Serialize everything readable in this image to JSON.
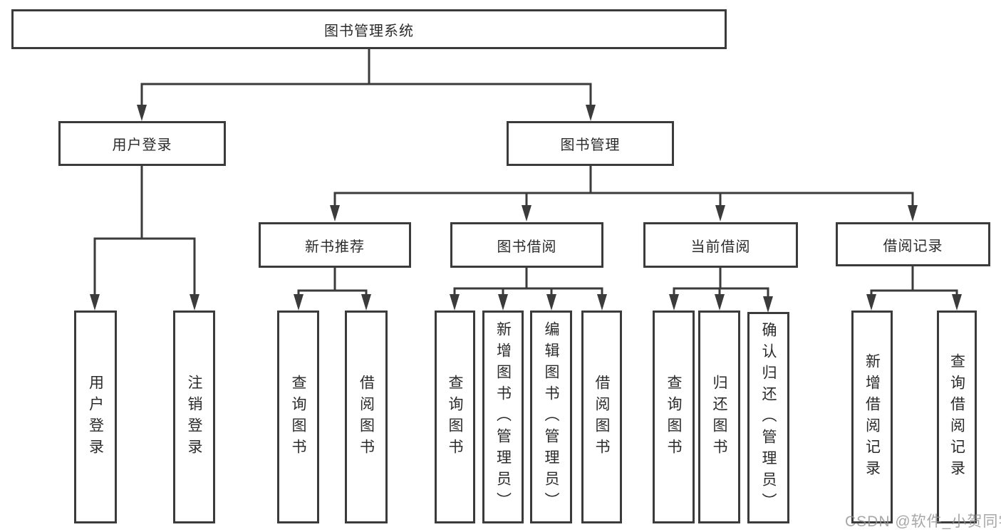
{
  "diagram_title": "图书管理系统",
  "tree": {
    "root": {
      "label": "图书管理系统"
    },
    "level2": [
      {
        "id": "user-login",
        "label": "用户登录"
      },
      {
        "id": "book-management",
        "label": "图书管理"
      }
    ],
    "level3": [
      {
        "parent": "图书管理",
        "label": "新书推荐"
      },
      {
        "parent": "图书管理",
        "label": "图书借阅"
      },
      {
        "parent": "图书管理",
        "label": "当前借阅"
      },
      {
        "parent": "图书管理",
        "label": "借阅记录"
      }
    ],
    "leaves": [
      {
        "parent": "用户登录",
        "label": "用户登录"
      },
      {
        "parent": "用户登录",
        "label": "注销登录"
      },
      {
        "parent": "新书推荐",
        "label": "查询图书"
      },
      {
        "parent": "新书推荐",
        "label": "借阅图书"
      },
      {
        "parent": "图书借阅",
        "label": "查询图书"
      },
      {
        "parent": "图书借阅",
        "label": "新增图书（管理员）"
      },
      {
        "parent": "图书借阅",
        "label": "编辑图书（管理员）"
      },
      {
        "parent": "图书借阅",
        "label": "借阅图书"
      },
      {
        "parent": "当前借阅",
        "label": "查询图书"
      },
      {
        "parent": "当前借阅",
        "label": "归还图书"
      },
      {
        "parent": "当前借阅",
        "label": "确认归还（管理员）"
      },
      {
        "parent": "借阅记录",
        "label": "新增借阅记录"
      },
      {
        "parent": "借阅记录",
        "label": "查询借阅记录"
      }
    ]
  },
  "watermark": {
    "brand": "CSDN",
    "text": "CSDN @软件_小贺同学"
  },
  "colors": {
    "line": "#3b3b3b",
    "text": "#2b2b2b",
    "box_background": "#ffffff",
    "watermark": "#919191",
    "page_background": "#ffffff"
  }
}
